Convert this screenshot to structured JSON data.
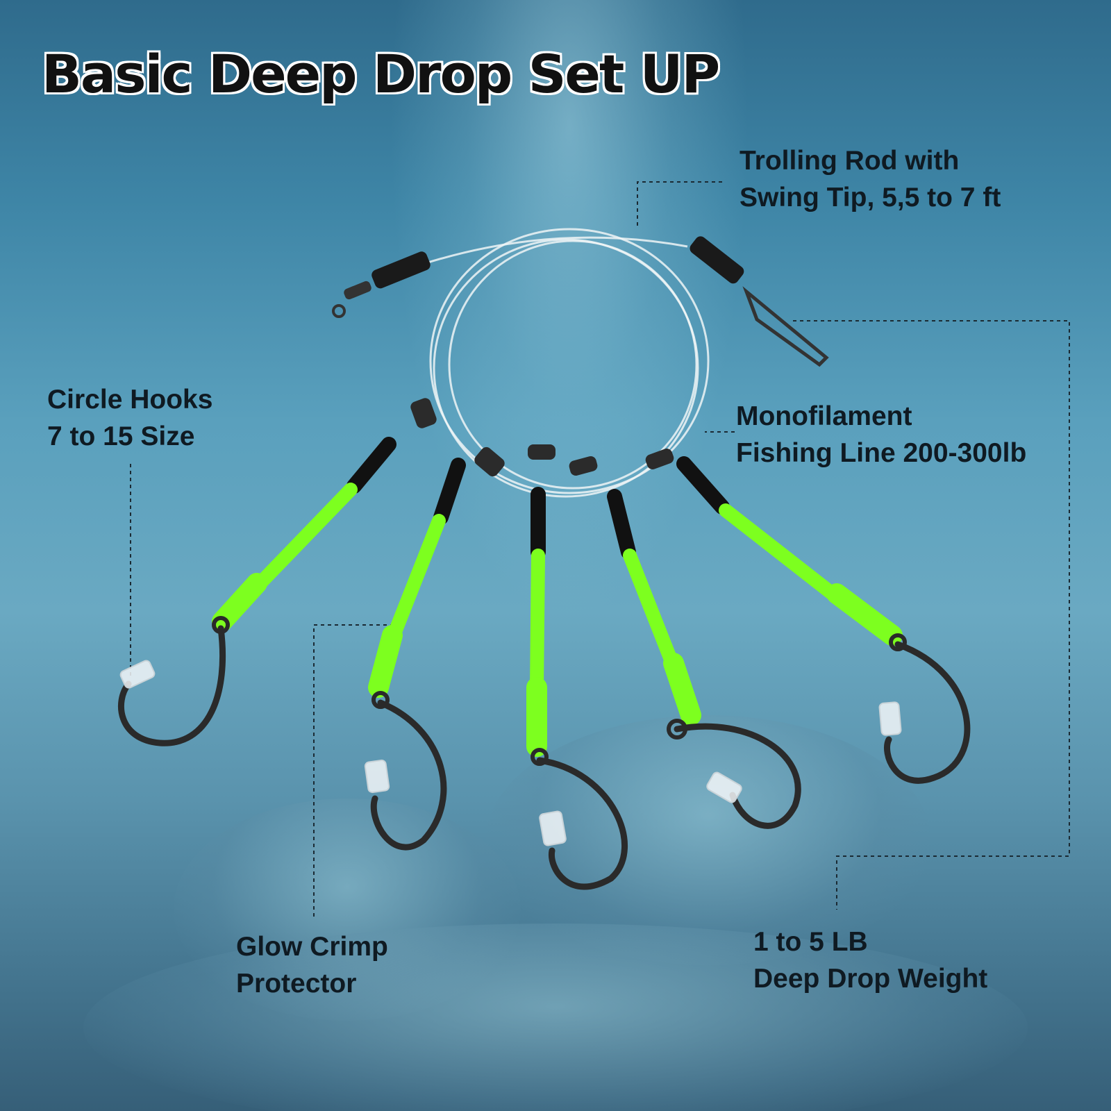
{
  "title": "Basic Deep Drop Set UP",
  "labels": {
    "trolling_rod": [
      "Trolling Rod with",
      "Swing Tip, 5,5 to 7 ft"
    ],
    "circle_hooks": [
      "Circle Hooks",
      "7 to 15 Size"
    ],
    "monofilament": [
      "Monofilament",
      "Fishing Line 200-300lb"
    ],
    "glow_crimp": [
      "Glow Crimp",
      "Protector"
    ],
    "weight": [
      "1 to 5 LB",
      "Deep Drop Weight"
    ]
  },
  "colors": {
    "background_top": "#2f6b8c",
    "background_bottom": "#365f78",
    "glow_tube": "#7dff1f",
    "hook": "#2a2a2a",
    "line": "#eef4f6",
    "label_text": "#0f1a22"
  }
}
